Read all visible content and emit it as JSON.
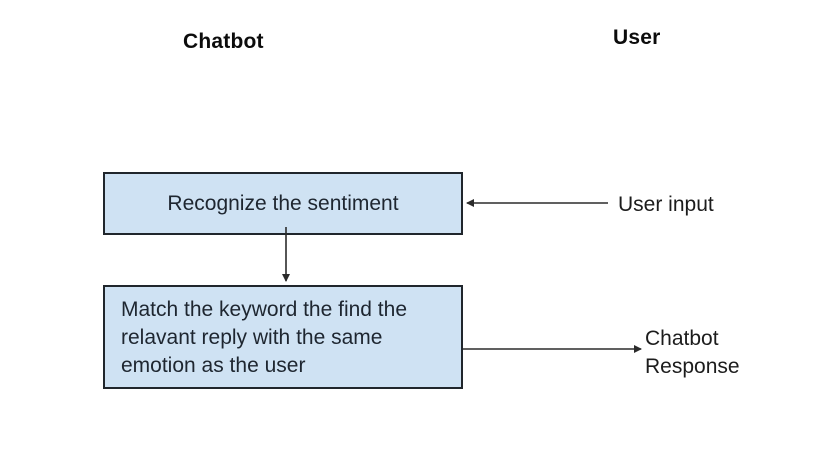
{
  "headers": {
    "chatbot": "Chatbot",
    "user": "User"
  },
  "flowchart": {
    "boxes": [
      {
        "id": "recognize-sentiment",
        "label": "Recognize the sentiment"
      },
      {
        "id": "match-keyword",
        "label": "Match the keyword the find the\nrelavant reply with the same\nemotion as the user"
      }
    ],
    "annotations": [
      {
        "id": "user-input",
        "label": "User input"
      },
      {
        "id": "chatbot-response",
        "label": "Chatbot\nResponse"
      }
    ],
    "arrows": [
      {
        "id": "user-input-to-box1",
        "from": "user-input-label",
        "to": "recognize-sentiment-box",
        "direction": "left"
      },
      {
        "id": "box1-to-box2",
        "from": "recognize-sentiment-box",
        "to": "match-keyword-box",
        "direction": "down"
      },
      {
        "id": "box2-to-response",
        "from": "match-keyword-box",
        "to": "chatbot-response-label",
        "direction": "right"
      }
    ]
  },
  "colors": {
    "page_bg": "#ffffff",
    "box_fill": "#cfe2f3",
    "box_border": "#20262c",
    "arrow": "#2b2b2b",
    "heading_text": "#0c0c0c",
    "box_text": "#1e2630",
    "label_text": "#1c1c1c"
  }
}
